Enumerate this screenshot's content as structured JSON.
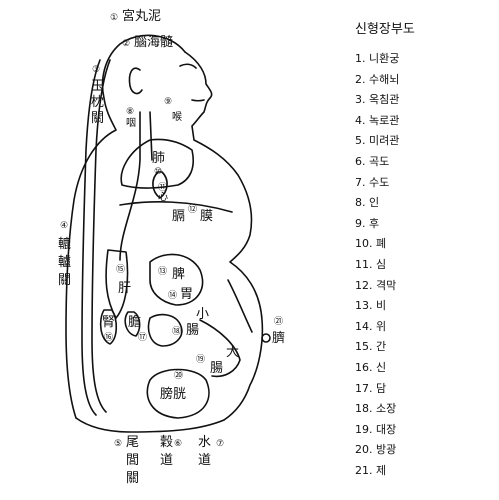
{
  "title": "신형장부도",
  "legend": [
    {
      "n": "1.",
      "name": "니환궁"
    },
    {
      "n": "2.",
      "name": "수해뇌"
    },
    {
      "n": "3.",
      "name": "옥침관"
    },
    {
      "n": "4.",
      "name": "녹로관"
    },
    {
      "n": "5.",
      "name": "미려관"
    },
    {
      "n": "6.",
      "name": "곡도"
    },
    {
      "n": "7.",
      "name": "수도"
    },
    {
      "n": "8.",
      "name": "인"
    },
    {
      "n": "9.",
      "name": "후"
    },
    {
      "n": "10.",
      "name": "폐"
    },
    {
      "n": "11.",
      "name": "심"
    },
    {
      "n": "12.",
      "name": "격막"
    },
    {
      "n": "13.",
      "name": "비"
    },
    {
      "n": "14.",
      "name": "위"
    },
    {
      "n": "15.",
      "name": "간"
    },
    {
      "n": "16.",
      "name": "신"
    },
    {
      "n": "17.",
      "name": "담"
    },
    {
      "n": "18.",
      "name": "소장"
    },
    {
      "n": "19.",
      "name": "대장"
    },
    {
      "n": "20.",
      "name": "방광"
    },
    {
      "n": "21.",
      "name": "제"
    }
  ],
  "figure": {
    "n1": "①",
    "l1": "宮丸泥",
    "n2": "②",
    "l2": "腦海髓",
    "n3": "③",
    "l3a": "玉",
    "l3b": "枕",
    "l3c": "關",
    "n4": "④",
    "l4a": "轆",
    "l4b": "轤",
    "l4c": "關",
    "n5": "⑤",
    "l5a": "尾",
    "l5b": "閭",
    "l5c": "關",
    "n6": "⑥",
    "l6a": "穀",
    "l6b": "道",
    "n7": "⑦",
    "l7a": "水",
    "l7b": "道",
    "n8": "⑧",
    "l8": "咽",
    "n9": "⑨",
    "l9": "喉",
    "n10": "⑩",
    "l10": "肺",
    "n11": "⑪",
    "l11": "心",
    "n12": "⑫",
    "l12a": "膈",
    "l12b": "膜",
    "n13": "⑬",
    "l13": "脾",
    "n14": "⑭",
    "l14": "胃",
    "n15": "⑮",
    "l15": "肝",
    "n16": "⑯",
    "l16": "腎",
    "n17": "⑰",
    "l17": "膽",
    "n18": "⑱",
    "l18a": "小",
    "l18b": "腸",
    "n19": "⑲",
    "l19a": "大",
    "l19b": "腸",
    "n20": "⑳",
    "l20": "膀胱",
    "n21": "㉑",
    "l21": "臍"
  }
}
